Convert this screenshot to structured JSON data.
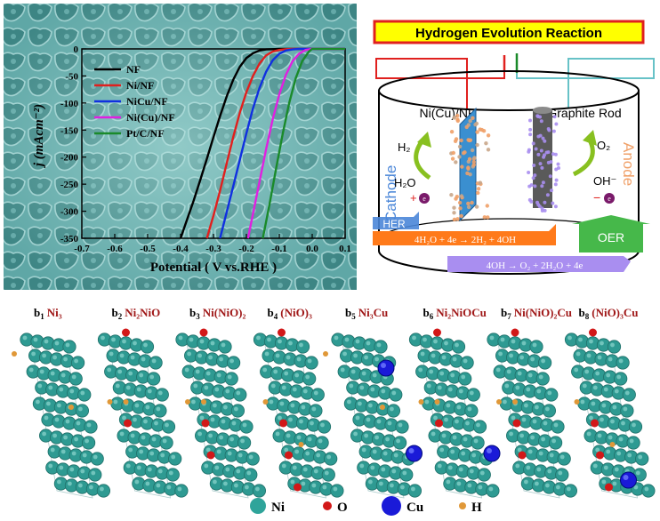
{
  "chart_data": {
    "type": "line",
    "xlabel": "Potential ( V vs.RHE )",
    "ylabel": "j (mAcm⁻²)",
    "xlim": [
      -0.7,
      0.1
    ],
    "ylim": [
      -350,
      0
    ],
    "x_ticks": [
      "-0.7",
      "-0.6",
      "-0.5",
      "-0.4",
      "-0.3",
      "-0.2",
      "-0.1",
      "0.0",
      "0.1"
    ],
    "y_ticks": [
      "0",
      "-50",
      "-100",
      "-150",
      "-200",
      "-250",
      "-300",
      "-350"
    ],
    "legend_position": "top-left",
    "series": [
      {
        "name": "NF",
        "color": "#000000",
        "x": [
          -0.4,
          -0.38,
          -0.36,
          -0.34,
          -0.32,
          -0.3,
          -0.28,
          -0.26,
          -0.24,
          -0.22,
          -0.2,
          -0.18,
          -0.16,
          -0.14,
          -0.12,
          -0.1,
          -0.08,
          -0.06,
          0.0,
          0.1
        ],
        "y": [
          -350,
          -315,
          -280,
          -242,
          -203,
          -163,
          -124,
          -88,
          -57,
          -33,
          -17,
          -8,
          -3,
          -1,
          -0.5,
          0,
          0,
          0,
          0,
          0
        ]
      },
      {
        "name": "Ni/NF",
        "color": "#e0201e",
        "x": [
          -0.32,
          -0.3,
          -0.28,
          -0.26,
          -0.24,
          -0.22,
          -0.2,
          -0.18,
          -0.16,
          -0.14,
          -0.12,
          -0.1,
          -0.08,
          -0.06,
          -0.04,
          0.0,
          0.1
        ],
        "y": [
          -350,
          -308,
          -262,
          -212,
          -163,
          -118,
          -80,
          -50,
          -27,
          -12,
          -5,
          -2,
          -0.5,
          0,
          0,
          0,
          0
        ]
      },
      {
        "name": "NiCu/NF",
        "color": "#1030e0",
        "x": [
          -0.28,
          -0.26,
          -0.24,
          -0.22,
          -0.2,
          -0.18,
          -0.16,
          -0.14,
          -0.12,
          -0.1,
          -0.08,
          -0.06,
          -0.04,
          -0.02,
          0.0,
          0.1
        ],
        "y": [
          -350,
          -302,
          -254,
          -205,
          -156,
          -110,
          -72,
          -42,
          -21,
          -9,
          -3,
          -1,
          0,
          0,
          0,
          0
        ]
      },
      {
        "name": "Ni(Cu)/NF",
        "color": "#e020e0",
        "x": [
          -0.195,
          -0.18,
          -0.16,
          -0.14,
          -0.12,
          -0.1,
          -0.08,
          -0.06,
          -0.04,
          -0.02,
          0.0,
          0.1
        ],
        "y": [
          -350,
          -305,
          -245,
          -185,
          -130,
          -84,
          -48,
          -23,
          -9,
          -2,
          0,
          0
        ]
      },
      {
        "name": "Pt/C/NF",
        "color": "#1a8a2a",
        "x": [
          -0.15,
          -0.13,
          -0.11,
          -0.09,
          -0.07,
          -0.05,
          -0.03,
          -0.01,
          0.0,
          0.1
        ],
        "y": [
          -350,
          -288,
          -222,
          -158,
          -100,
          -54,
          -22,
          -5,
          0,
          0
        ]
      }
    ]
  },
  "schematic": {
    "title": "Hydrogen Evolution Reaction",
    "cathode_label": "Ni(Cu)/NF",
    "anode_label": "Graphite Rod",
    "cathode_word": "Cathode",
    "anode_word": "Anode",
    "h2": "H₂",
    "h2o": "H₂O",
    "plus_e": "+",
    "o2": "O₂",
    "oh": "OH⁻",
    "minus_e": "−",
    "e_symbol": "e",
    "her": "HER",
    "oer": "OER",
    "her_eq": "4H₂O + 4e → 2H₂ + 4OH",
    "oer_eq": "4OH → O₂ + 2H₂O + 4e",
    "colors": {
      "title_bar": "#ffff00",
      "title_border": "#e0201e",
      "her_block": "#ff7a1a",
      "oer_block": "#46b84a",
      "oer_bar": "#a98ef0",
      "cathode_text": "#4a86d8",
      "anode_text": "#f0a068"
    }
  },
  "structures": [
    {
      "num": "1",
      "label": "Ni₃",
      "O": 0,
      "Cu": false,
      "H_edge": true
    },
    {
      "num": "2",
      "label": "Ni₂NiO",
      "O": 1,
      "Cu": false,
      "H_edge": false
    },
    {
      "num": "3",
      "label": "Ni(NiO)₂",
      "O": 2,
      "Cu": false,
      "H_edge": false
    },
    {
      "num": "4",
      "label": "(NiO)₃",
      "O": 3,
      "Cu": false,
      "H_edge": false
    },
    {
      "num": "5",
      "label": "Ni₃Cu",
      "O": 0,
      "Cu": true,
      "H_edge": true
    },
    {
      "num": "6",
      "label": "Ni₂NiOCu",
      "O": 1,
      "Cu": true,
      "H_edge": false
    },
    {
      "num": "7",
      "label": "Ni(NiO)₂Cu",
      "O": 2,
      "Cu": true,
      "H_edge": false
    },
    {
      "num": "8",
      "label": "(NiO)₃Cu",
      "O": 3,
      "Cu": true,
      "H_edge": false
    }
  ],
  "structure_letter": "b",
  "legend": [
    {
      "label": "Ni",
      "color": "#2fa49a",
      "icon": "ni-atom"
    },
    {
      "label": "O",
      "color": "#d21818",
      "icon": "o-atom"
    },
    {
      "label": "Cu",
      "color": "#1a1ad8",
      "icon": "cu-atom"
    },
    {
      "label": "H",
      "color": "#e09838",
      "icon": "h-atom"
    }
  ]
}
